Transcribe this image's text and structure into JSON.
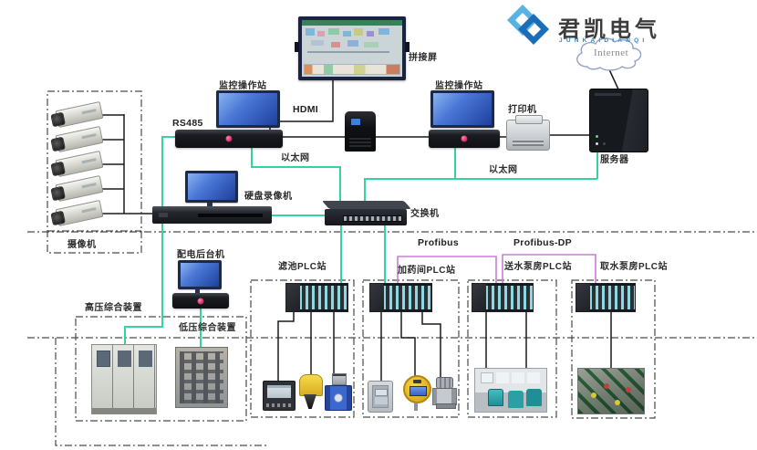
{
  "logo": {
    "name": "君凯电气",
    "subtitle": "JUNKAIDIANQI"
  },
  "cloud": {
    "label": "Internet"
  },
  "labels": {
    "splice_screen": "拼接屏",
    "monitor_station_left": "监控操作站",
    "monitor_station_right": "监控操作站",
    "hdmi": "HDMI",
    "rs485": "RS485",
    "ethernet_left": "以太网",
    "ethernet_right": "以太网",
    "printer": "打印机",
    "server": "服务器",
    "switch": "交换机",
    "dvr": "硬盘录像机",
    "power_backend": "配电后台机",
    "cameras": "摄像机",
    "hv_device": "高压综合装置",
    "lv_device": "低压综合装置",
    "profibus": "Profibus",
    "profibus_dp": "Profibus-DP",
    "plc_filter": "滤池PLC站",
    "plc_dosing": "加药间PLC站",
    "plc_supply_pump": "送水泵房PLC站",
    "plc_intake_pump": "取水泵房PLC站"
  },
  "colors": {
    "ethernet_line": "#35d49e",
    "profibus_line": "#c77fd2",
    "cable_line": "#1b1b1b",
    "boundary_line": "#4a4a4a",
    "accent_red_dot": "#d6336c",
    "logo_blue_light": "#58b2e4",
    "logo_blue_dark": "#1b6db8"
  }
}
